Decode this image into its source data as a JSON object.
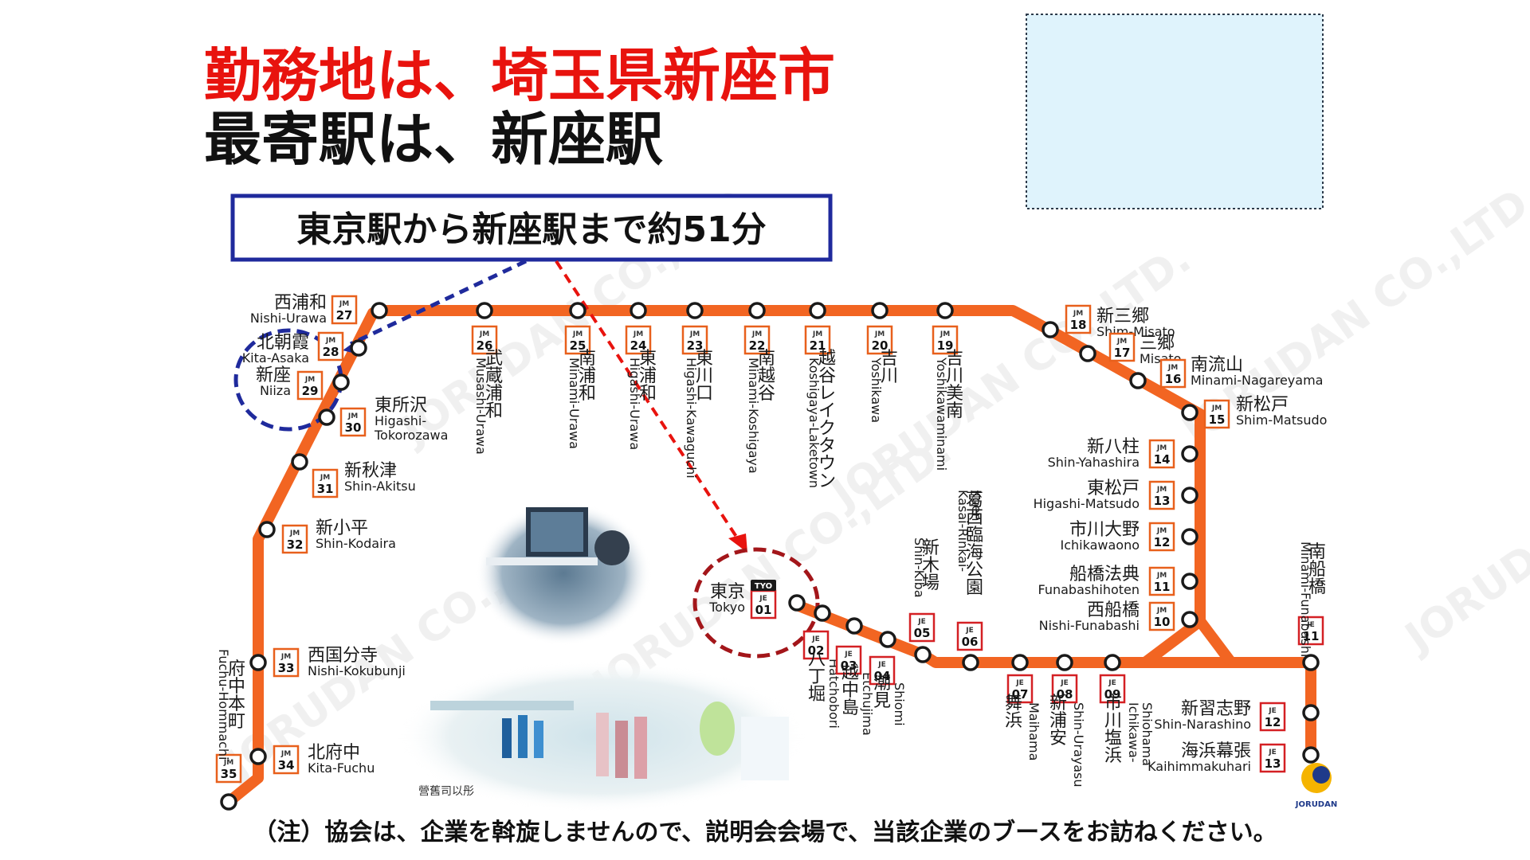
{
  "headline": {
    "line1": "勤務地は、埼玉県新座市",
    "line2": "最寄駅は、新座駅"
  },
  "route_box": "東京駅から新座駅まで約51分",
  "note": "（注）協会は、企業を斡旋しませんので、説明会会場で、当該企業のブースをお訪ねください。",
  "logo": "JORUDAN",
  "watermark": "JORUDAN CO.,LTD.",
  "photo_caption": "營舊司以彤",
  "colors": {
    "line": "#f26522",
    "jm_box": "#e8601c",
    "je_box": "#d42024",
    "red": "#e8130e",
    "navy": "#1f2a9c",
    "panel": "#dff3fc"
  },
  "tokyo_tag": "TYO",
  "stations": [
    {
      "id": "nishi-urawa",
      "name": "西浦和",
      "roman": "Nishi-Urawa",
      "line": "JM",
      "num": "27"
    },
    {
      "id": "kita-asaka",
      "name": "北朝霞",
      "roman": "Kita-Asaka",
      "line": "JM",
      "num": "28"
    },
    {
      "id": "niiza",
      "name": "新座",
      "roman": "Niiza",
      "line": "JM",
      "num": "29"
    },
    {
      "id": "higashi-tokorozawa",
      "name": "東所沢",
      "roman": "Higashi-\nTokorozawa",
      "line": "JM",
      "num": "30"
    },
    {
      "id": "shin-akitsu",
      "name": "新秋津",
      "roman": "Shin-Akitsu",
      "line": "JM",
      "num": "31"
    },
    {
      "id": "shin-kodaira",
      "name": "新小平",
      "roman": "Shin-Kodaira",
      "line": "JM",
      "num": "32"
    },
    {
      "id": "nishi-kokubunji",
      "name": "西国分寺",
      "roman": "Nishi-Kokubunji",
      "line": "JM",
      "num": "33"
    },
    {
      "id": "kita-fuchu",
      "name": "北府中",
      "roman": "Kita-Fuchu",
      "line": "JM",
      "num": "34"
    },
    {
      "id": "fuchu-hommachi",
      "name": "府中本町",
      "roman": "Fuchu-Hommachi",
      "line": "JM",
      "num": "35"
    },
    {
      "id": "musashi-urawa",
      "name": "武蔵浦和",
      "roman": "Musashi-Urawa",
      "line": "JM",
      "num": "26"
    },
    {
      "id": "minami-urawa",
      "name": "南浦和",
      "roman": "Minami-Urawa",
      "line": "JM",
      "num": "25"
    },
    {
      "id": "higashi-urawa",
      "name": "東浦和",
      "roman": "Higashi-Urawa",
      "line": "JM",
      "num": "24"
    },
    {
      "id": "higashi-kawaguchi",
      "name": "東川口",
      "roman": "Higashi-Kawaguchi",
      "line": "JM",
      "num": "23"
    },
    {
      "id": "minami-koshigaya",
      "name": "南越谷",
      "roman": "Minami-Koshigaya",
      "line": "JM",
      "num": "22"
    },
    {
      "id": "koshigaya-laketown",
      "name": "越谷レイクタウン",
      "roman": "Koshigaya-Laketown",
      "line": "JM",
      "num": "21"
    },
    {
      "id": "yoshikawa",
      "name": "吉川",
      "roman": "Yoshikawa",
      "line": "JM",
      "num": "20"
    },
    {
      "id": "yoshikawaminami",
      "name": "吉川美南",
      "roman": "Yoshikawaminami",
      "line": "JM",
      "num": "19"
    },
    {
      "id": "shin-misato",
      "name": "新三郷",
      "roman": "Shim-Misato",
      "line": "JM",
      "num": "18"
    },
    {
      "id": "misato",
      "name": "三郷",
      "roman": "Misato",
      "line": "JM",
      "num": "17"
    },
    {
      "id": "minami-nagareyama",
      "name": "南流山",
      "roman": "Minami-Nagareyama",
      "line": "JM",
      "num": "16"
    },
    {
      "id": "shin-matsudo",
      "name": "新松戸",
      "roman": "Shim-Matsudo",
      "line": "JM",
      "num": "15"
    },
    {
      "id": "shin-yahashira",
      "name": "新八柱",
      "roman": "Shin-Yahashira",
      "line": "JM",
      "num": "14"
    },
    {
      "id": "higashi-matsudo",
      "name": "東松戸",
      "roman": "Higashi-Matsudo",
      "line": "JM",
      "num": "13"
    },
    {
      "id": "ichikawaono",
      "name": "市川大野",
      "roman": "Ichikawaono",
      "line": "JM",
      "num": "12"
    },
    {
      "id": "funabashihoten",
      "name": "船橋法典",
      "roman": "Funabashihoten",
      "line": "JM",
      "num": "11"
    },
    {
      "id": "nishi-funabashi",
      "name": "西船橋",
      "roman": "Nishi-Funabashi",
      "line": "JM",
      "num": "10"
    },
    {
      "id": "tokyo",
      "name": "東京",
      "roman": "Tokyo",
      "line": "JE",
      "num": "01"
    },
    {
      "id": "hatchobori",
      "name": "八丁堀",
      "roman": "Hatchobori",
      "line": "JE",
      "num": "02"
    },
    {
      "id": "etchujima",
      "name": "越中島",
      "roman": "Etchujima",
      "line": "JE",
      "num": "03"
    },
    {
      "id": "shiomi",
      "name": "潮見",
      "roman": "Shiomi",
      "line": "JE",
      "num": "04"
    },
    {
      "id": "shin-kiba",
      "name": "新木場",
      "roman": "Shin-Kiba",
      "line": "JE",
      "num": "05"
    },
    {
      "id": "kasai-rinkai-koen",
      "name": "葛西臨海公園",
      "roman": "Kasai-Rinkai-\nKoen",
      "line": "JE",
      "num": "06"
    },
    {
      "id": "maihama",
      "name": "舞浜",
      "roman": "Maihama",
      "line": "JE",
      "num": "07"
    },
    {
      "id": "shin-urayasu",
      "name": "新浦安",
      "roman": "Shin-Urayasu",
      "line": "JE",
      "num": "08"
    },
    {
      "id": "ichikawa-shiohama",
      "name": "市川塩浜",
      "roman": "Ichikawa-\nShiohama",
      "line": "JE",
      "num": "09"
    },
    {
      "id": "minami-funabashi",
      "name": "南船橋",
      "roman": "Minami-Funabashi",
      "line": "JE",
      "num": "11"
    },
    {
      "id": "shin-narashino",
      "name": "新習志野",
      "roman": "Shin-Narashino",
      "line": "JE",
      "num": "12"
    },
    {
      "id": "kaihimmakuhari",
      "name": "海浜幕張",
      "roman": "Kaihimmakuhari",
      "line": "JE",
      "num": "13"
    }
  ]
}
